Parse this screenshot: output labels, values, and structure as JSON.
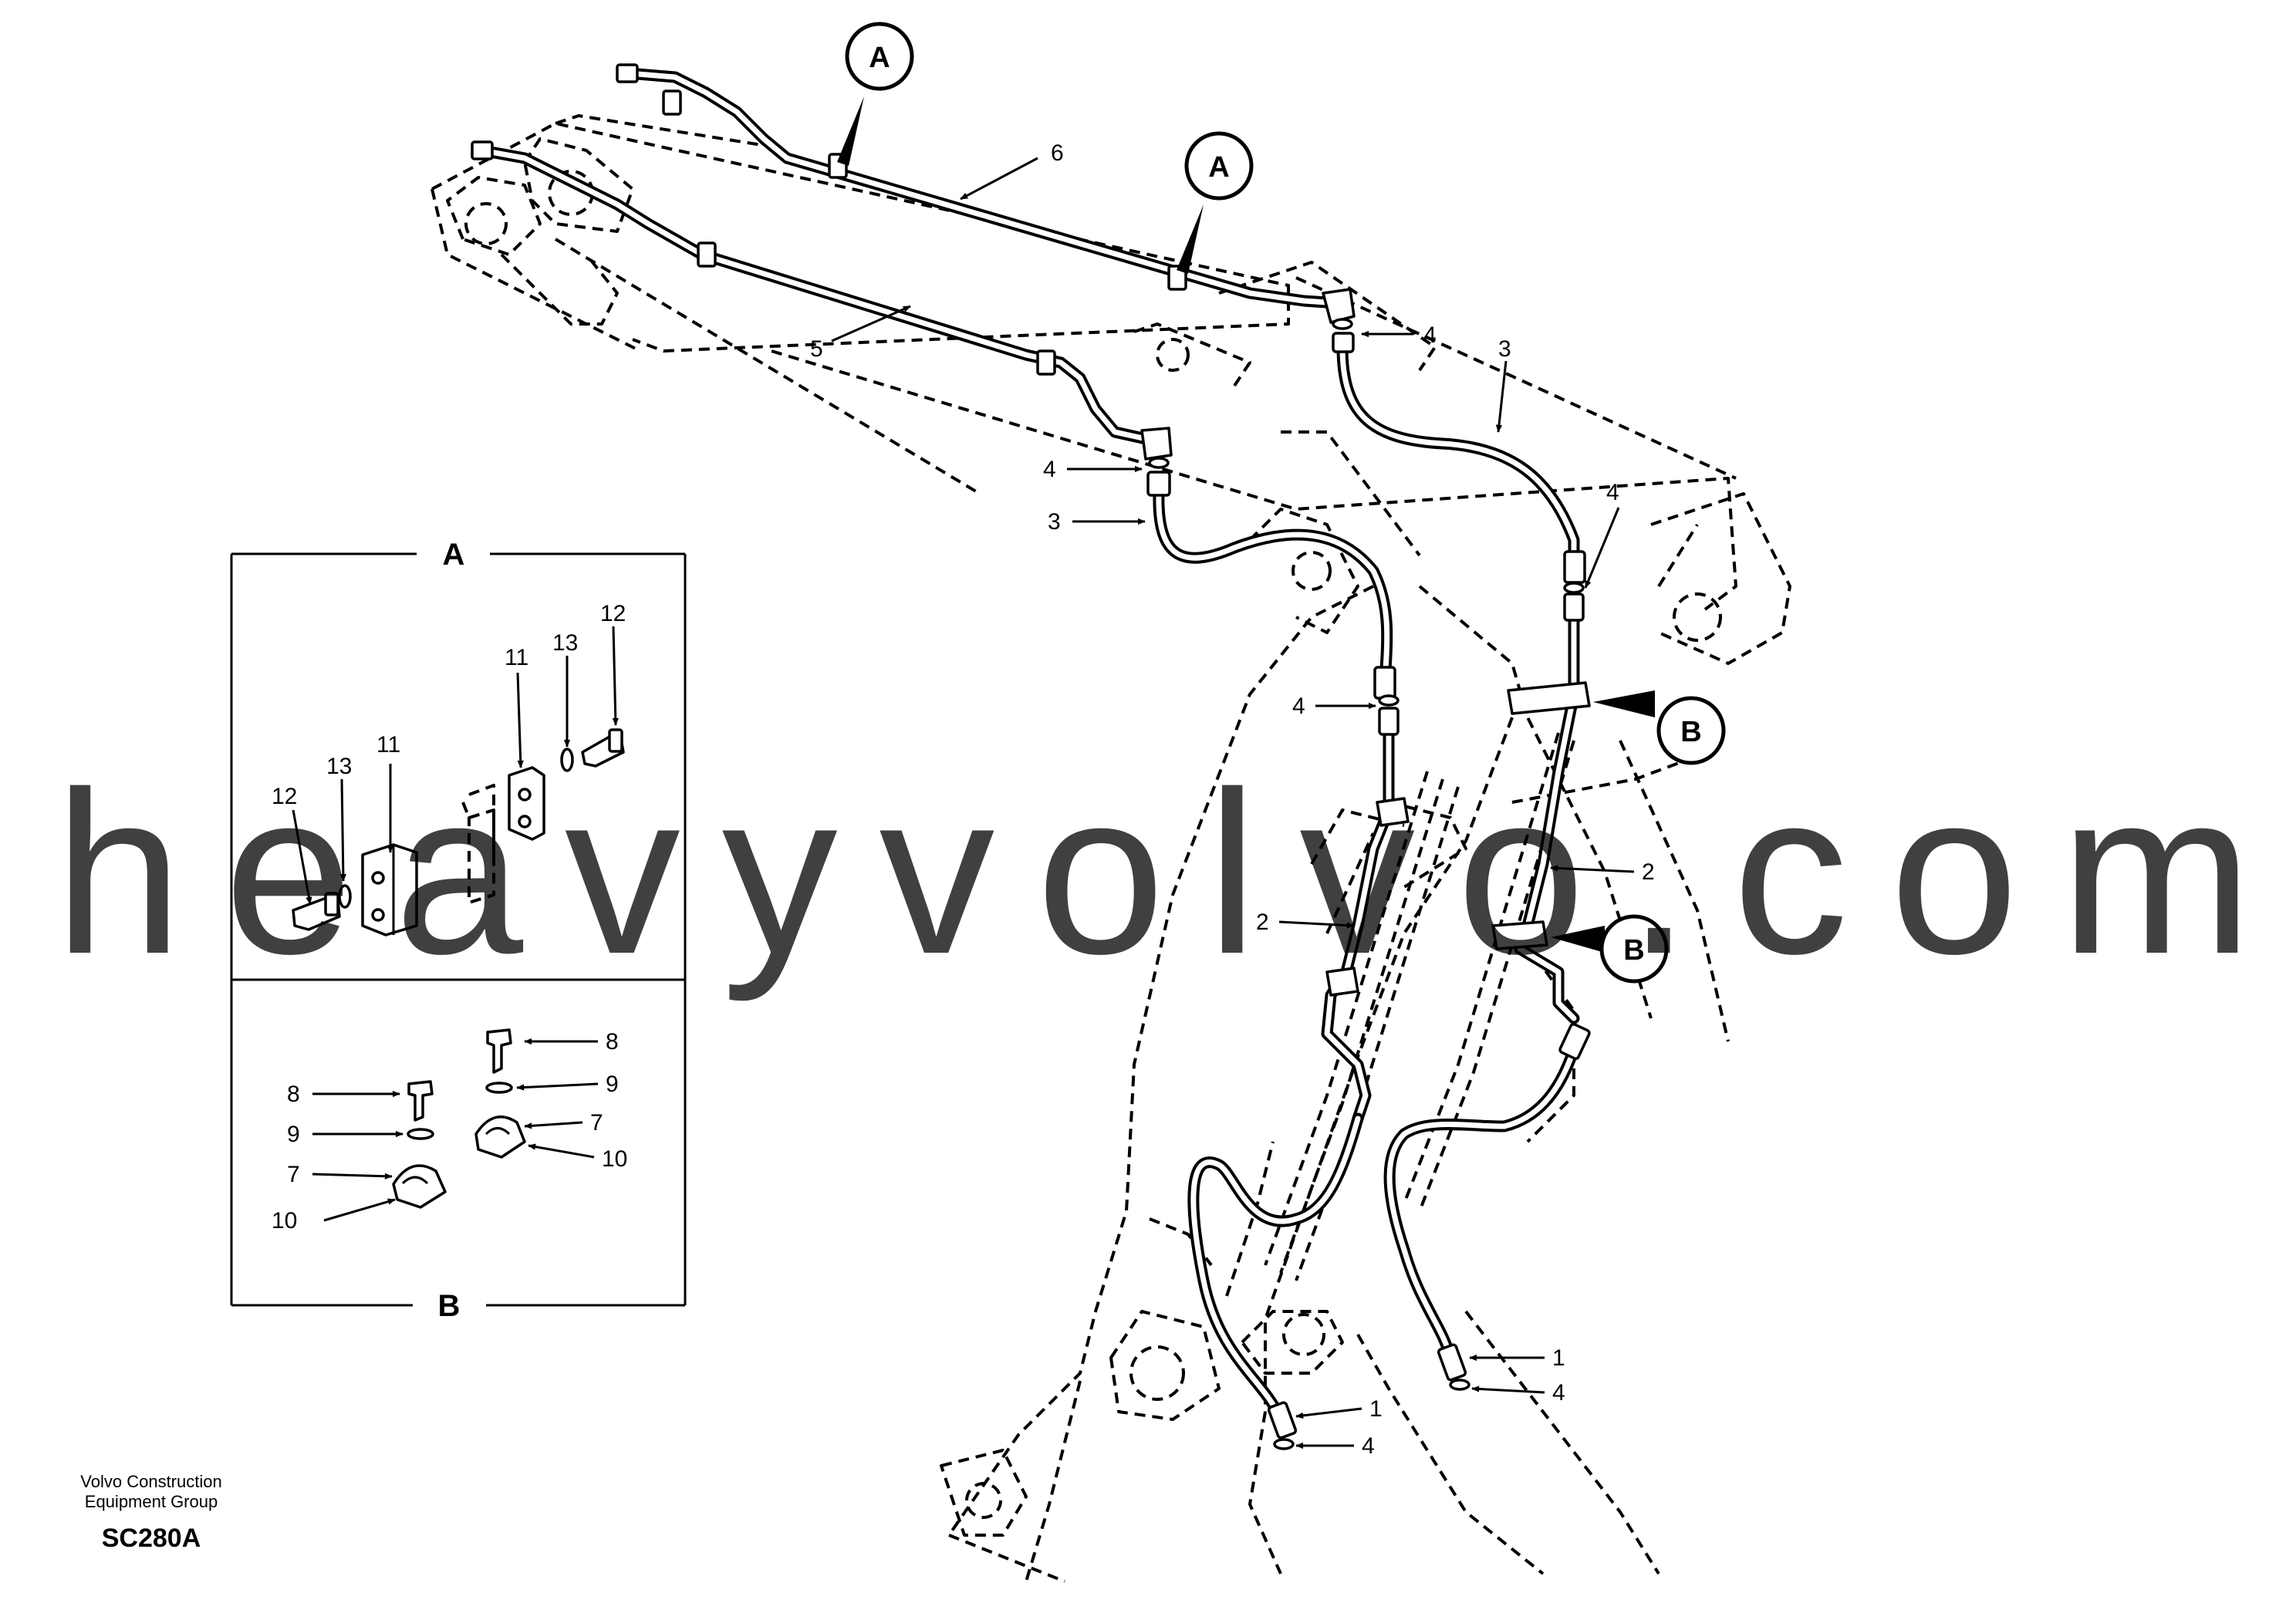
{
  "diagram": {
    "section_labels": {
      "a": "A",
      "b": "B"
    },
    "detail_panels": [
      {
        "title": "A",
        "callouts": [
          "11",
          "12",
          "13",
          "11",
          "12",
          "13"
        ]
      },
      {
        "title": "B",
        "callouts": [
          "8",
          "9",
          "7",
          "10",
          "8",
          "9",
          "7",
          "10"
        ]
      }
    ],
    "main_callouts": [
      "1",
      "2",
      "3",
      "4",
      "5",
      "6"
    ],
    "watermark": "heavyvolvo.com",
    "footer": {
      "company_line1": "Volvo Construction",
      "company_line2": "Equipment Group",
      "drawing_code": "SC280A"
    }
  }
}
